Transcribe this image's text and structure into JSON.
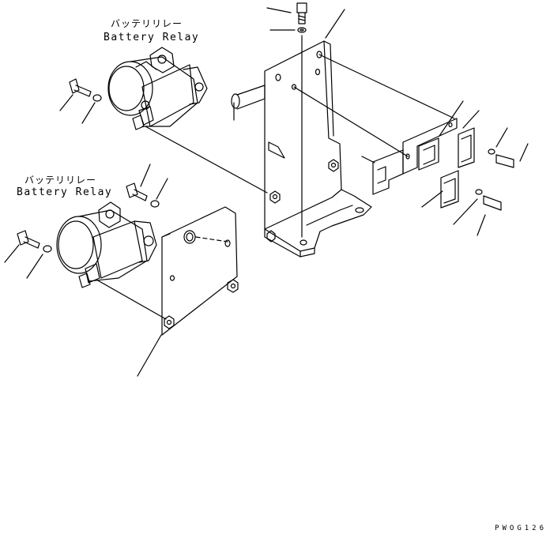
{
  "labels": {
    "upper_relay_jp": "バッテリリレー",
    "upper_relay_en": "Battery Relay",
    "lower_relay_jp": "バッテリリレー",
    "lower_relay_en": "Battery Relay"
  },
  "drawing_code": "PWOG126",
  "colors": {
    "line": "#000000",
    "background": "#ffffff"
  }
}
